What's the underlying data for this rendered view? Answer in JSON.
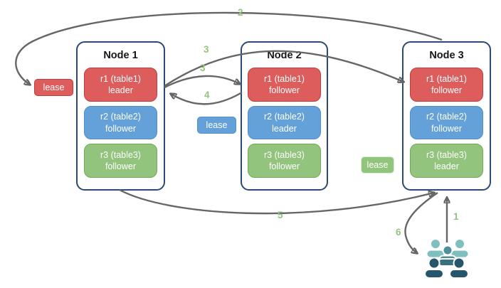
{
  "diagram": {
    "nodes": [
      {
        "title": "Node 1",
        "replicas": [
          {
            "name": "r1 (table1)",
            "role": "leader",
            "color": "red"
          },
          {
            "name": "r2 (table2)",
            "role": "follower",
            "color": "blue"
          },
          {
            "name": "r3 (table3)",
            "role": "follower",
            "color": "green"
          }
        ]
      },
      {
        "title": "Node 2",
        "replicas": [
          {
            "name": "r1 (table1)",
            "role": "follower",
            "color": "red"
          },
          {
            "name": "r2 (table2)",
            "role": "leader",
            "color": "blue"
          },
          {
            "name": "r3 (table3)",
            "role": "follower",
            "color": "green"
          }
        ]
      },
      {
        "title": "Node 3",
        "replicas": [
          {
            "name": "r1 (table1)",
            "role": "follower",
            "color": "red"
          },
          {
            "name": "r2 (table2)",
            "role": "follower",
            "color": "blue"
          },
          {
            "name": "r3 (table3)",
            "role": "leader",
            "color": "green"
          }
        ]
      }
    ],
    "leases": [
      {
        "label": "lease",
        "color": "red"
      },
      {
        "label": "lease",
        "color": "blue"
      },
      {
        "label": "lease",
        "color": "green"
      }
    ],
    "arrow_labels": {
      "step1": "1",
      "step2": "2",
      "step3_top": "3",
      "step3_mid": "3",
      "step4": "4",
      "step5": "5",
      "step6": "6"
    },
    "colors": {
      "replica_red": "#dd5c5c",
      "replica_red_border": "#c63c3c",
      "replica_blue": "#64a1d9",
      "replica_blue_border": "#4d8ecb",
      "replica_green": "#93c47d",
      "replica_green_border": "#6faa54",
      "node_border": "#2a4a73",
      "arrow": "#666666",
      "step_label": "#93c47d",
      "users_light": "#7fbfc0",
      "users_mid": "#4e8f9c",
      "users_shoulder": "#38707f",
      "users_dark": "#27556b"
    }
  }
}
